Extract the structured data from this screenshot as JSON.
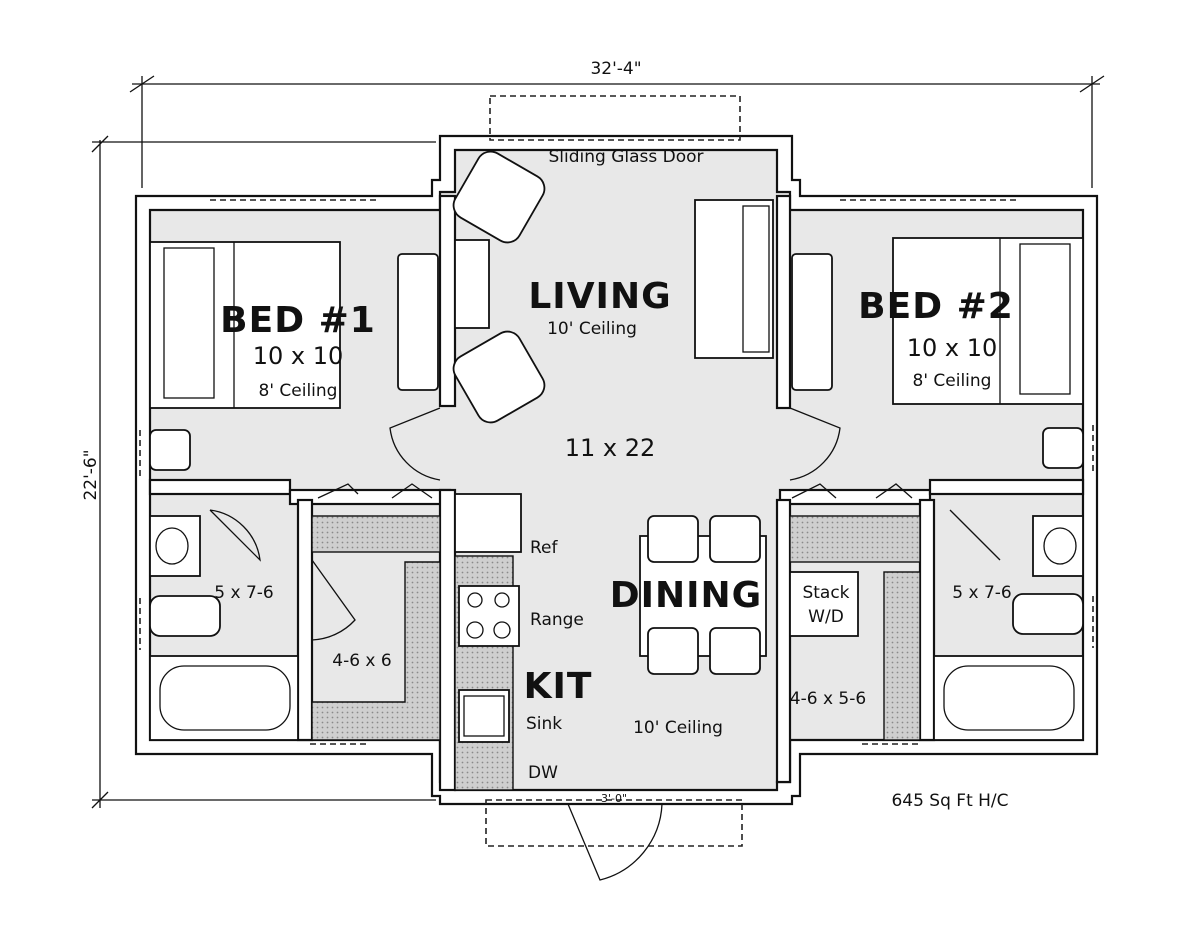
{
  "dimensions": {
    "width": "32'-4\"",
    "height": "22'-6\"",
    "front_door": "3'-0\""
  },
  "rooms": {
    "living": {
      "name": "LIVING",
      "ceiling": "10' Ceiling"
    },
    "great_room_size": "11 x 22",
    "dining": {
      "name": "DINING"
    },
    "kitchen": {
      "name": "KIT",
      "ceiling": "10' Ceiling"
    },
    "bed1": {
      "name": "BED #1",
      "size": "10 x 10",
      "ceiling": "8' Ceiling"
    },
    "bed2": {
      "name": "BED #2",
      "size": "10 x 10",
      "ceiling": "8' Ceiling"
    },
    "bath1_size": "5 x 7-6",
    "bath2_size": "5 x 7-6",
    "closet1_size": "4-6 x 6",
    "closet2_size": "4-6 x 5-6"
  },
  "fixtures": {
    "sliding_door": "Sliding Glass Door",
    "ref": "Ref",
    "range": "Range",
    "sink": "Sink",
    "dw": "DW",
    "stack": "Stack",
    "wd": "W/D"
  },
  "area": "645 Sq Ft H/C"
}
